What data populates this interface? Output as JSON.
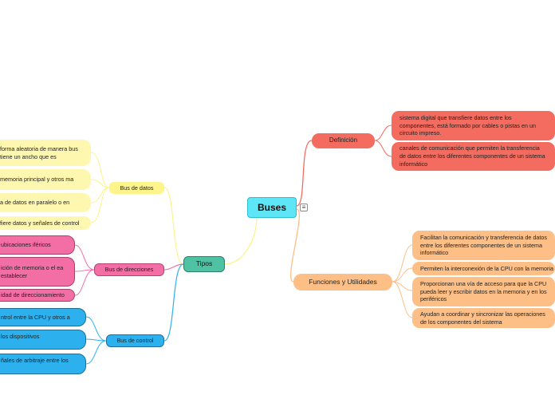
{
  "map": {
    "root": {
      "label": "Buses",
      "menu_icon": "menu-lines-icon"
    },
    "definicion": {
      "label": "Definición",
      "color": "#f36c5f",
      "items": [
        {
          "text": "sistema digital que transfiere datos entre los componentes, está formado por cables o pistas en un circuito impreso."
        },
        {
          "text": "canales de comunicación que permiten la transferencia de datos entre los diferentes componentes de un sistema informático"
        }
      ]
    },
    "funciones": {
      "label": "Funciones y Utilidades",
      "color": "#fdbf86",
      "items": [
        {
          "text": "Facilitan la comunicación y transferencia de datos entre los diferentes componentes de un sistema informático"
        },
        {
          "text": "Permiten la interconexión de la CPU con la memoria"
        },
        {
          "text": "Proporcionan una vía de acceso para que la CPU pueda leer y escribir datos en la memoria y en los periféricos"
        },
        {
          "text": "Ayudan a coordinar y sincronizar las operaciones de los componentes del sistema"
        }
      ]
    },
    "tipos": {
      "label": "Tipos",
      "color": "#4ec2a2",
      "datos": {
        "label": "Bus de datos",
        "color": "#fdf48c",
        "items": [
          {
            "text": "forma aleatoria de manera bus tiene un ancho que es"
          },
          {
            "text": "memoria principal y otros ma"
          },
          {
            "text": "a de datos en paralelo o en"
          },
          {
            "text": "fiere datos y señales de control"
          }
        ]
      },
      "direcciones": {
        "label": "Bus de direcciones",
        "color": "#f46ea6",
        "items": [
          {
            "text": "ubicaciones iféricos"
          },
          {
            "text": "ición de memoria o el ea establecer"
          },
          {
            "text": "idad de direccionamiento"
          }
        ]
      },
      "control": {
        "label": "Bus de control",
        "color": "#2db1ee",
        "items": [
          {
            "text": "ntrol entre la CPU y otros a"
          },
          {
            "text": "los dispositivos"
          },
          {
            "text": "ñales de arbitraje entre los"
          }
        ]
      }
    }
  }
}
